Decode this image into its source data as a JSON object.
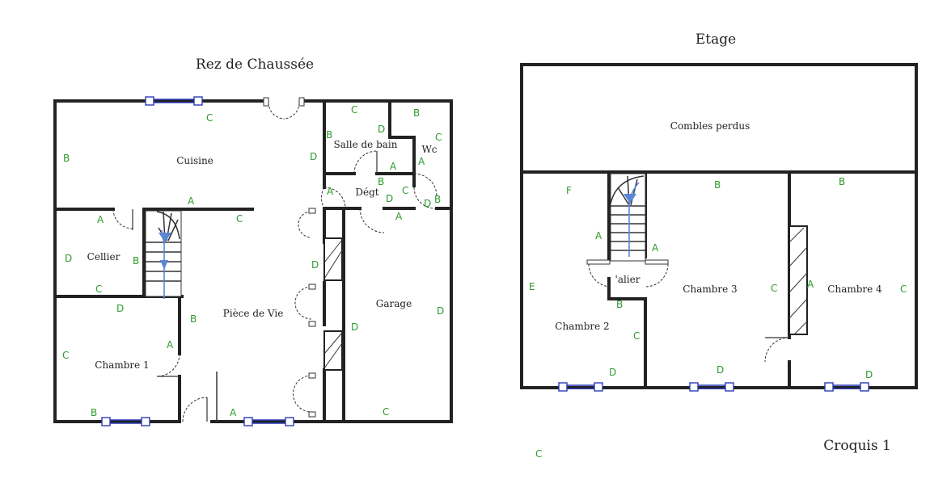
{
  "titles": {
    "ground": "Rez de Chaussée",
    "upper": "Etage",
    "sketch": "Croquis 1"
  },
  "rooms": {
    "cuisine": "Cuisine",
    "salle_de_bain": "Salle de bain",
    "wc": "Wc",
    "degt": "Dégt",
    "cellier": "Cellier",
    "piece_de_vie": "Pièce de Vie",
    "garage": "Garage",
    "chambre_1": "Chambre 1",
    "combles": "Combles perdus",
    "chambre_2": "Chambre 2",
    "chambre_3": "Chambre 3",
    "chambre_4": "Chambre 4",
    "palier": "'alier"
  },
  "wall_letters": {
    "ground": [
      "C",
      "B",
      "B",
      "C",
      "D",
      "D",
      "C",
      "B",
      "A",
      "B",
      "A",
      "D",
      "A",
      "C",
      "D",
      "A",
      "D",
      "D",
      "A",
      "A",
      "C",
      "D",
      "C",
      "B",
      "D",
      "B",
      "D",
      "C",
      "A",
      "B",
      "A",
      "C",
      "B"
    ],
    "upper": [
      "F",
      "B",
      "B",
      "A",
      "A",
      "E",
      "C",
      "A",
      "C",
      "B",
      "C",
      "D",
      "D",
      "D"
    ],
    "stray": "C"
  },
  "colors": {
    "letters": "#2e9a2e",
    "windows": "#2a3bb5",
    "stair_arrow": "#5b86d6",
    "walls": "#222222"
  }
}
